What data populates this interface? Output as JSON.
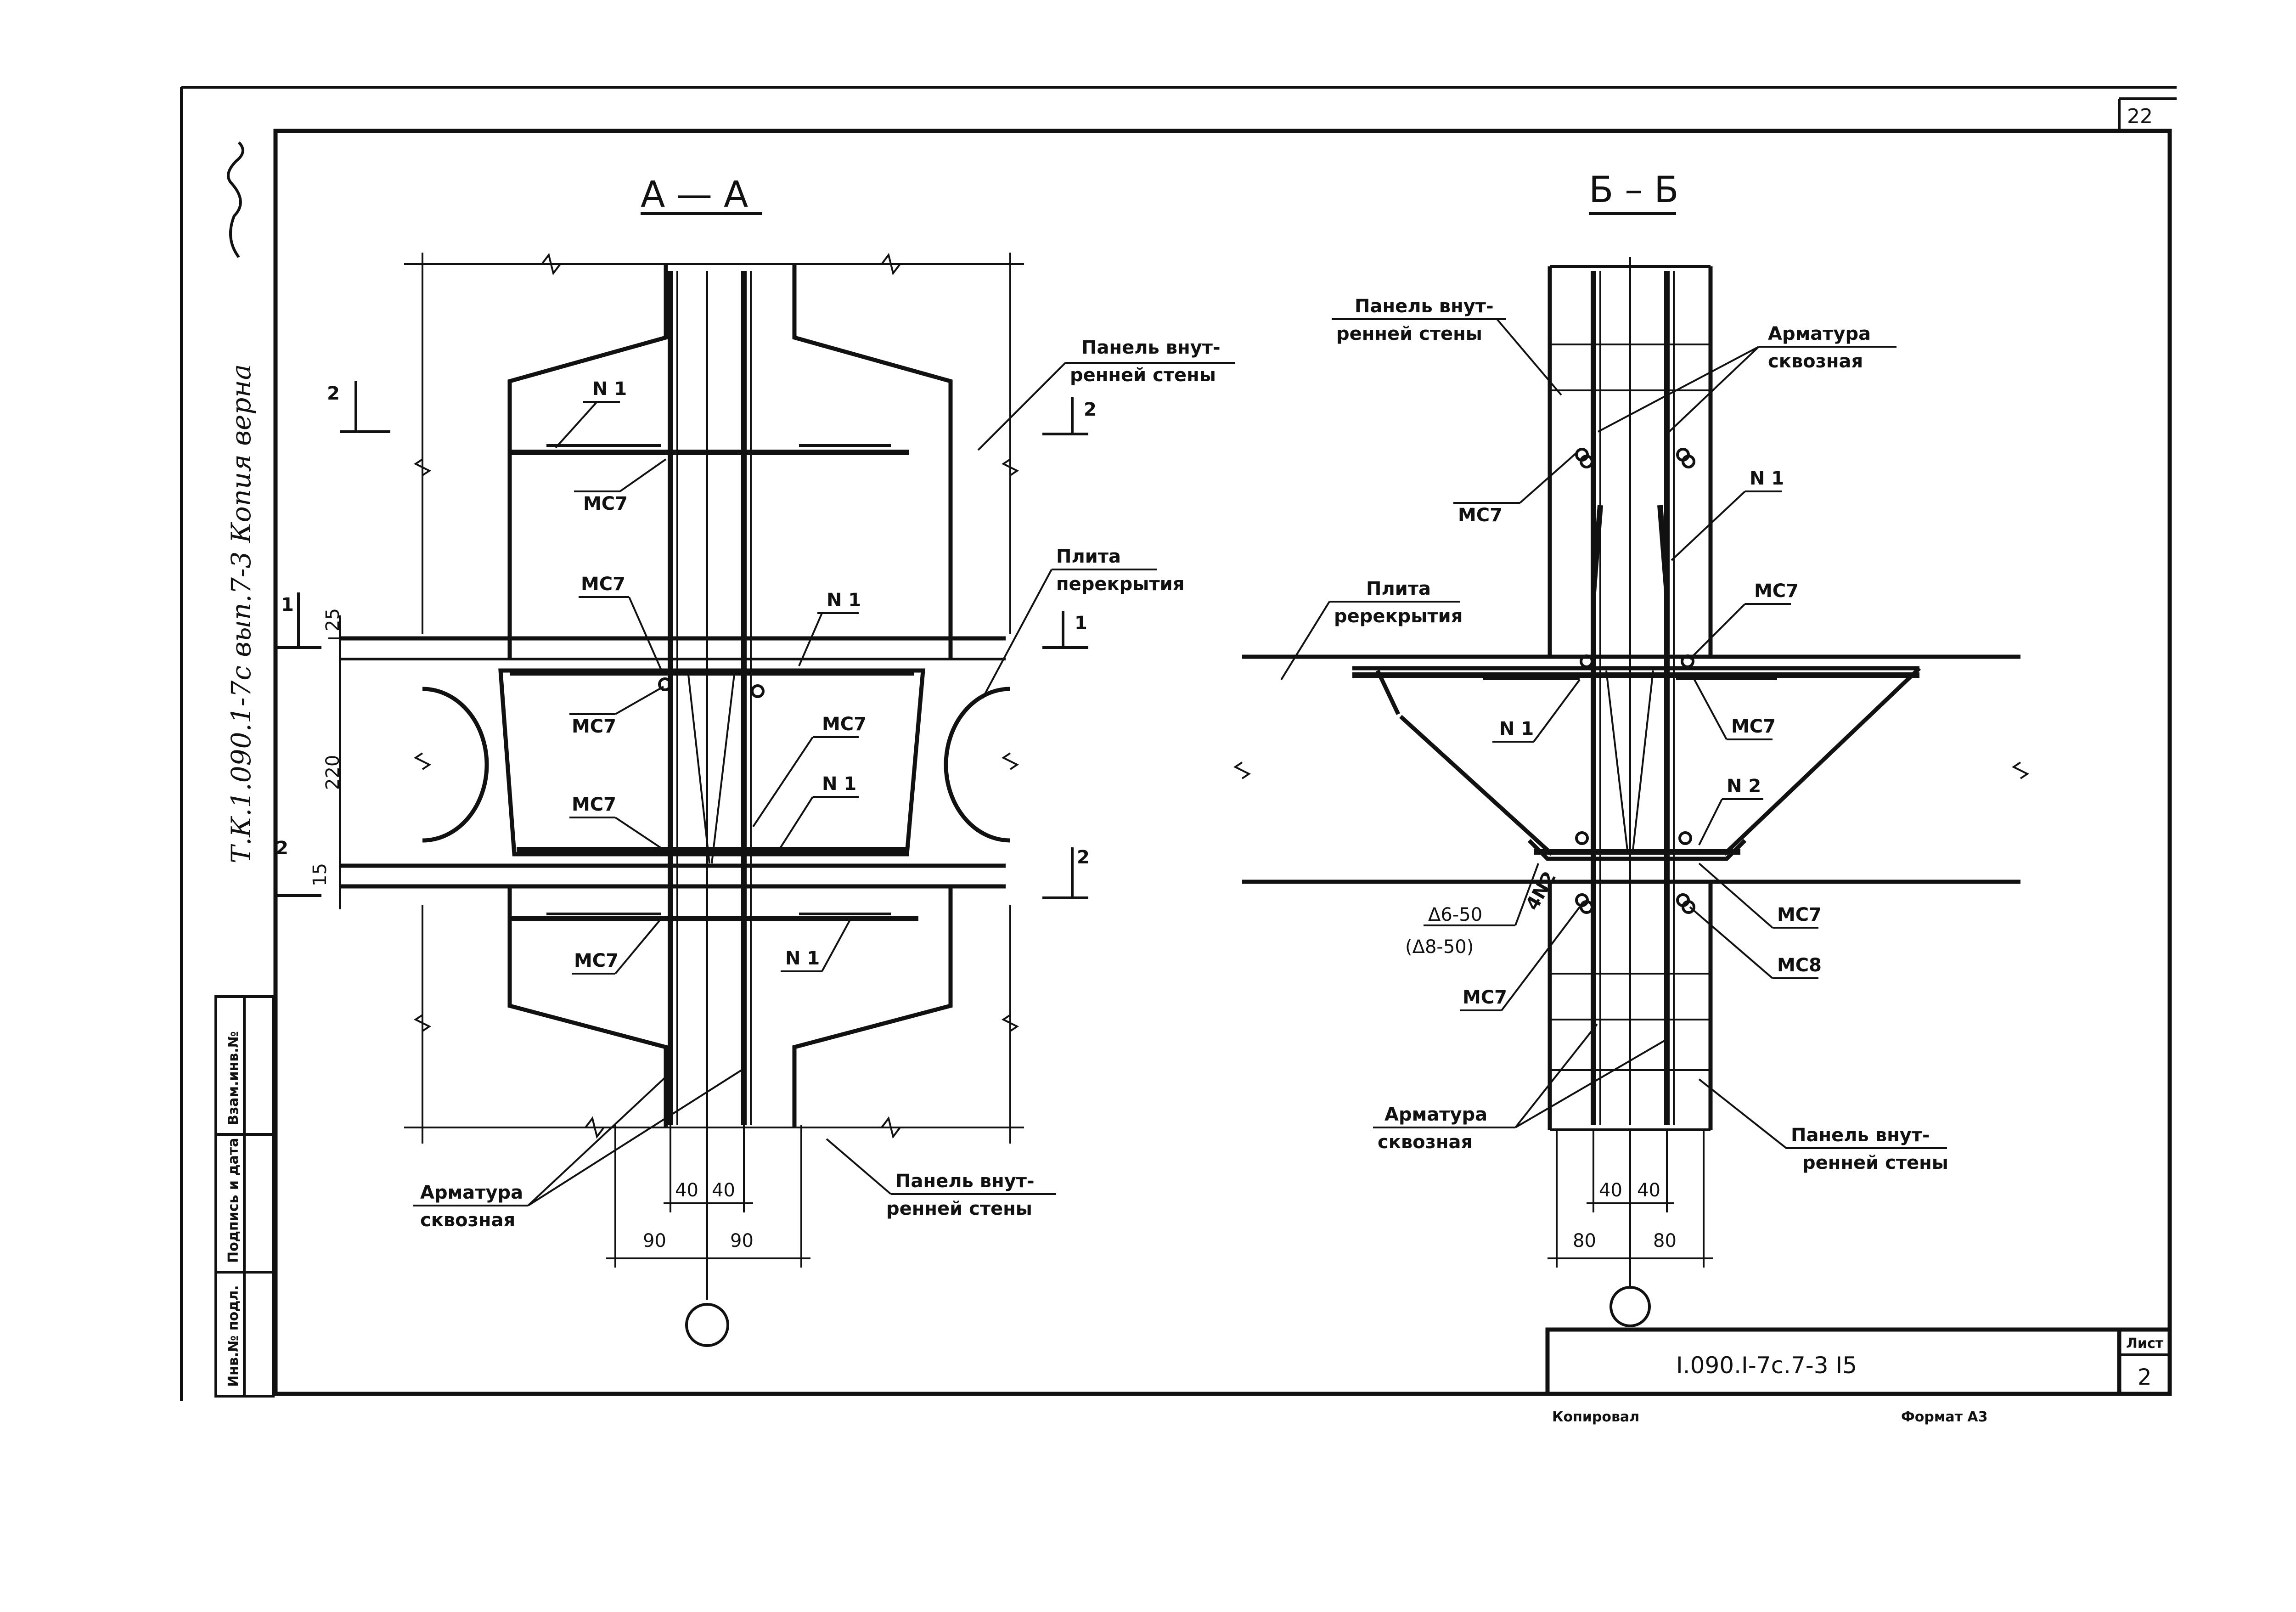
{
  "sheet_corner_number": "22",
  "vertical_note": "Т.К.1.090.1-7с вып.7-3   Копия верна",
  "stamp_columns": [
    "Инв.№ подл.",
    "Подпись и дата",
    "Взам.инв.№"
  ],
  "section_aa": {
    "title": "А — А",
    "labels": {
      "wall_panel_top": [
        "Панель внут-",
        "ренней стены"
      ],
      "slab": [
        "Плита",
        "перекрытия"
      ],
      "wall_panel_bottom": [
        "Панель внут-",
        "ренней стены"
      ],
      "through_rebar": [
        "Арматура",
        "сквозная"
      ],
      "n1_a": "N 1",
      "n1_b": "N 1",
      "n1_c": "N 1",
      "n1_d": "N 1",
      "mc7_a": "МС7",
      "mc7_b": "МС7",
      "mc7_c": "МС7",
      "mc7_d": "МС7",
      "mc7_e": "МС7",
      "mc7_f": "МС7",
      "cut_2_top": "2",
      "cut_2_top_r": "2",
      "cut_1_l": "1",
      "cut_1_r": "1",
      "cut_2_bot_l": "2",
      "cut_2_bot_r": "2"
    },
    "dims": {
      "d25": "25",
      "d220": "220",
      "d15": "15",
      "d40a": "40",
      "d40b": "40",
      "d90a": "90",
      "d90b": "90"
    }
  },
  "section_bb": {
    "title": "Б – Б",
    "labels": {
      "wall_panel_top": [
        "Панель внут-",
        "ренней стены"
      ],
      "rebar_top": [
        "Арматура",
        "сквозная"
      ],
      "slab": [
        "Плита",
        "ререкрытия"
      ],
      "wall_panel_bottom": [
        "Панель внут-",
        "ренней стены"
      ],
      "rebar_bottom": [
        "Арматура",
        "сквозная"
      ],
      "mc7_a": "МС7",
      "mc7_b": "МС7",
      "mc7_c": "МС7",
      "mc7_d": "МС7",
      "mc7_e": "МС7",
      "mc8": "МС8",
      "n1_a": "N 1",
      "n1_b": "N 1",
      "n2": "N 2",
      "n4n2": "4N2",
      "weld_1": "Δ6-50",
      "weld_2": "(Δ8-50)"
    },
    "dims": {
      "d40a": "40",
      "d40b": "40",
      "d80a": "80",
      "d80b": "80"
    }
  },
  "title_block": {
    "code": "I.090.I-7c.7-3 I5",
    "sheet_label": "Лист",
    "sheet_number": "2"
  },
  "footer": {
    "copied": "Копировал",
    "format": "Формат А3"
  }
}
